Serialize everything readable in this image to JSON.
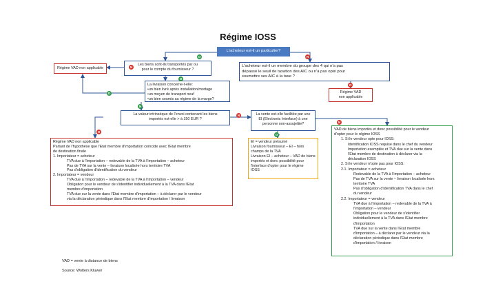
{
  "title": "Régime IOSS",
  "q_particulier": "L'acheteur est-il un particulier?",
  "q_transport": [
    "Les biens sont-ils transportés par ou",
    "pour le compte du fournisseur ?"
  ],
  "vad_left": "Régime VAD non applicable",
  "q_groupe": [
    "L'acheteur est-il un membre du groupe des 4 qui n'a pas",
    "dépassé le seuil de taxation des AIC ou n'a pas opté pour",
    "soumettre ses AIC à la taxe ?"
  ],
  "vad_right": [
    "Régime VAD",
    "non applicable"
  ],
  "livraison": [
    "La livraison concerne-t-elle:",
    "•un bien livré après installation/mortage",
    "•un moyen de transport neuf",
    "•un bien soumis au régime de la marge?"
  ],
  "q_valeur": [
    "La valeur intrinsèque de l'envoi contenant les biens",
    "importés est-elle > à 150 EUR ?"
  ],
  "q_ei": [
    "La vente est-elle facilitée par une",
    "EI (Electronic Interface) à une",
    "personne non-assujettie?"
  ],
  "box_left": {
    "l1": "Régime VAD non applicable",
    "l2": "Partant de l'hypothèse que l'Etat membre d'importation coïncide avec l'Etat membre",
    "l3": "de destination finale",
    "l4": "1.    Importateur = acheteur",
    "l5": "TVA due à l'importation – redevable de la TVA à l'importation – acheteur",
    "l6": "Pas de TVA sur la vente – livraison localisée hors territoire TVA",
    "l7": "Pas d'obligation d'identification du vendeur",
    "l8": "2.    Importateur = vendeur",
    "l9": "TVA due à l'importation – redevable de la TVA à l'importation – vendeur",
    "l10": "Obligation pour le vendeur de s'identifier individuellement à la TVA dans l'Etat",
    "l11": "membre d'importation",
    "l12": "TVA due sur la vente dans l'Etat membre d'importation – à déclarer par le vendeur",
    "l13": "via la déclaration périodique dans l'Etat membre d'importation / livraison"
  },
  "box_mid": [
    "EI = vendeur présumé",
    "Livraison fournisseur – EI – hors",
    "champs de la TVA",
    "Livraison EI – acheteur – VAD de biens",
    "importés et donc possibilité pour",
    "l'interface d'opter pour le régime",
    "IOSS"
  ],
  "box_right": {
    "l1": "VAD de biens importés et donc possibilité pour le vendeur",
    "l2": "d'opter pour le régime IOSS",
    "l3": "1.    Si le vendeur opte pour IOSS:",
    "l4": "Identification IOSS requise dans le chef du vendeur",
    "l5": "Importation exemptée et TVA due sur la vente dans",
    "l6": "l'Etat membre de destination à déclarer via la",
    "l7": "déclaration IOSS",
    "l8": "2.    Si le vendeur n'opte pas pour IOSS:",
    "l9": "2.1.    Importateur = acheteur",
    "l10": "Redevable de la TVA à l'importation – acheteur",
    "l11": "Pas de TVA sur la vente – livraison localisée hors",
    "l12": "territoire TVA",
    "l13": "Pas d'obligation d'identification TVA dans le chef",
    "l14": "du vendeur",
    "l15": "2.2.    Importateur = vendeur",
    "l16": "TVA due à l'importation – redevable de la TVA à",
    "l17": "l'importation – vendeur",
    "l18": "Obligation pour le vendeur de s'identifier",
    "l19": "individuellement à la TVA dans l'Etat membre",
    "l20": "d'importation",
    "l21": "TVA due sur la vente dans l'Etat membre",
    "l22": "d'importation – à déclarer par le vendeur via la",
    "l23": "déclaration périodique dans l'Etat membre",
    "l24": "d'importation / livraison"
  },
  "badge_oui": "O",
  "badge_non": "N",
  "footnote": "VAD = vente à distance de biens",
  "source": "Source: Wolters Kluwer",
  "colors": {
    "blue": "#2e5597",
    "red": "#c7312b",
    "green": "#2f9a4a",
    "orange": "#f0a91a"
  }
}
